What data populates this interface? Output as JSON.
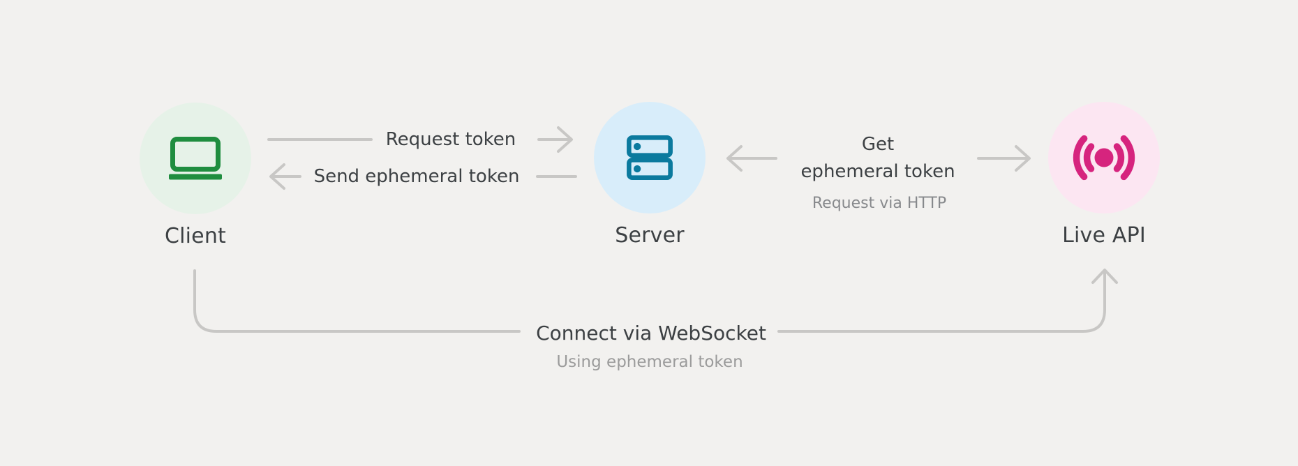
{
  "colors": {
    "bg": "#f2f1ef",
    "line": "#c8c7c5",
    "text_dark": "#3c4043",
    "text_gray": "#87898c",
    "text_gray_light": "#9b9b9b",
    "client_icon": "#1f8d3f",
    "client_bg": "#e6f2e8",
    "server_icon": "#0b7a9e",
    "server_bg": "#d8edfa",
    "liveapi_icon": "#d6247e",
    "liveapi_bg": "#fce6f2"
  },
  "nodes": {
    "client": {
      "label": "Client",
      "icon": "laptop-icon"
    },
    "server": {
      "label": "Server",
      "icon": "server-icon"
    },
    "live_api": {
      "label": "Live API",
      "icon": "broadcast-icon"
    }
  },
  "edges": {
    "request_token": {
      "from": "Client",
      "to": "Server",
      "label": "Request token"
    },
    "send_ephemeral_token": {
      "from": "Server",
      "to": "Client",
      "label": "Send ephemeral token"
    },
    "get_ephemeral_token": {
      "from": "Server",
      "to": "Live API",
      "label_line1": "Get",
      "label_line2": "ephemeral token",
      "sublabel": "Request via HTTP"
    },
    "connect_websocket": {
      "from": "Client",
      "to": "Live API",
      "label": "Connect via WebSocket",
      "sublabel": "Using ephemeral token"
    }
  }
}
